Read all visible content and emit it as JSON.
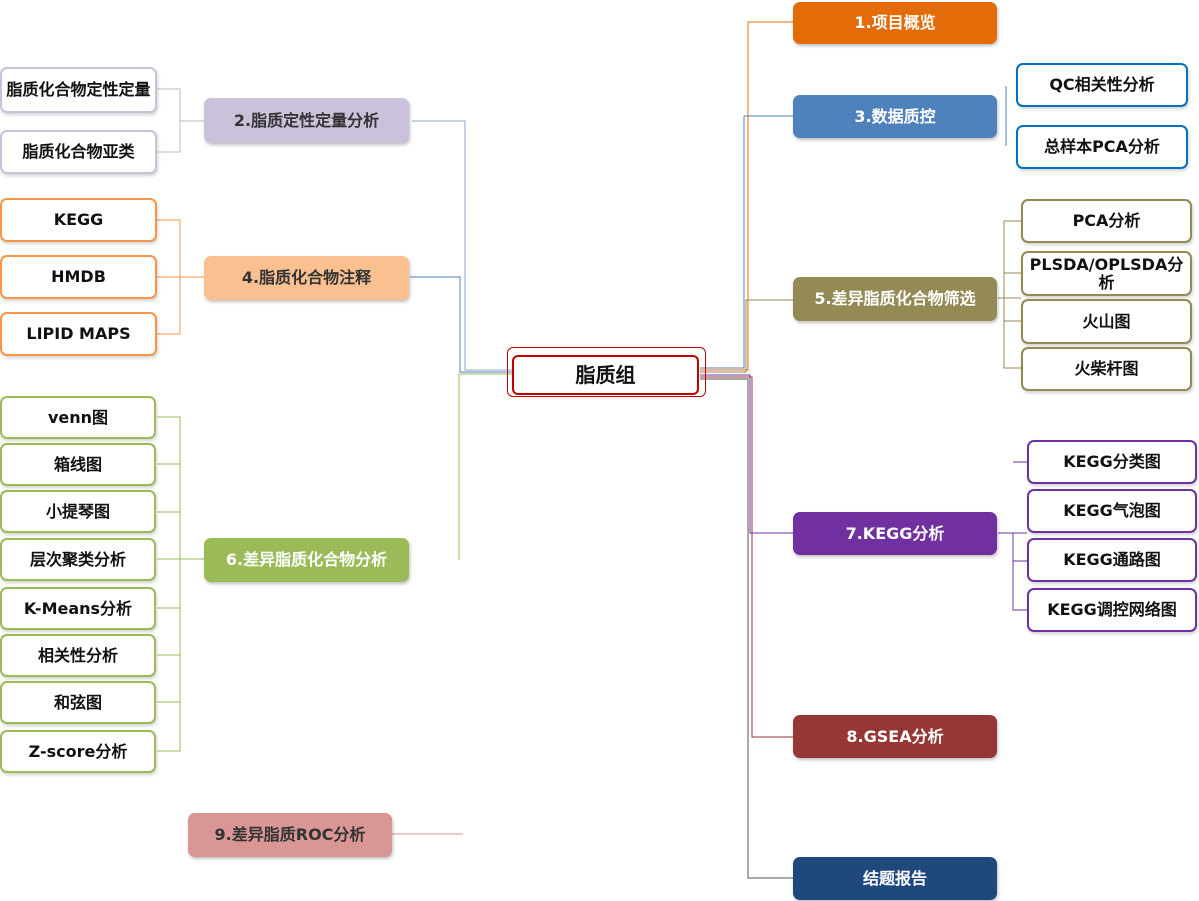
{
  "center": {
    "label": "脂质组"
  },
  "colors": {
    "n1": "#e36c09",
    "n2": "#ccc1da",
    "n3": "#4f81bd",
    "n4": "#fac090",
    "n5": "#948a54",
    "n6": "#9bbb59",
    "n7": "#7030a0",
    "n8": "#953735",
    "n9": "#d99694",
    "report": "#1f497d",
    "center": "#c00000"
  },
  "main": {
    "n1": "1.项目概览",
    "n2": "2.脂质定性定量分析",
    "n3": "3.数据质控",
    "n4": "4.脂质化合物注释",
    "n5": "5.差异脂质化合物筛选",
    "n6": "6.差异脂质化合物分析",
    "n7": "7.KEGG分析",
    "n8": "8.GSEA分析",
    "n9": "9.差异脂质ROC分析",
    "report": "结题报告"
  },
  "leaves": {
    "n2": [
      "脂质化合物定性定量",
      "脂质化合物亚类"
    ],
    "n3": [
      "QC相关性分析",
      "总样本PCA分析"
    ],
    "n4": [
      "KEGG",
      "HMDB",
      "LIPID MAPS"
    ],
    "n5": [
      "PCA分析",
      "PLSDA/OPLSDA分析",
      "火山图",
      "火柴杆图"
    ],
    "n6": [
      "venn图",
      "箱线图",
      "小提琴图",
      "层次聚类分析",
      "K-Means分析",
      "相关性分析",
      "和弦图",
      "Z-score分析"
    ],
    "n7": [
      "KEGG分类图",
      "KEGG气泡图",
      "KEGG通路图",
      "KEGG调控网络图"
    ]
  }
}
